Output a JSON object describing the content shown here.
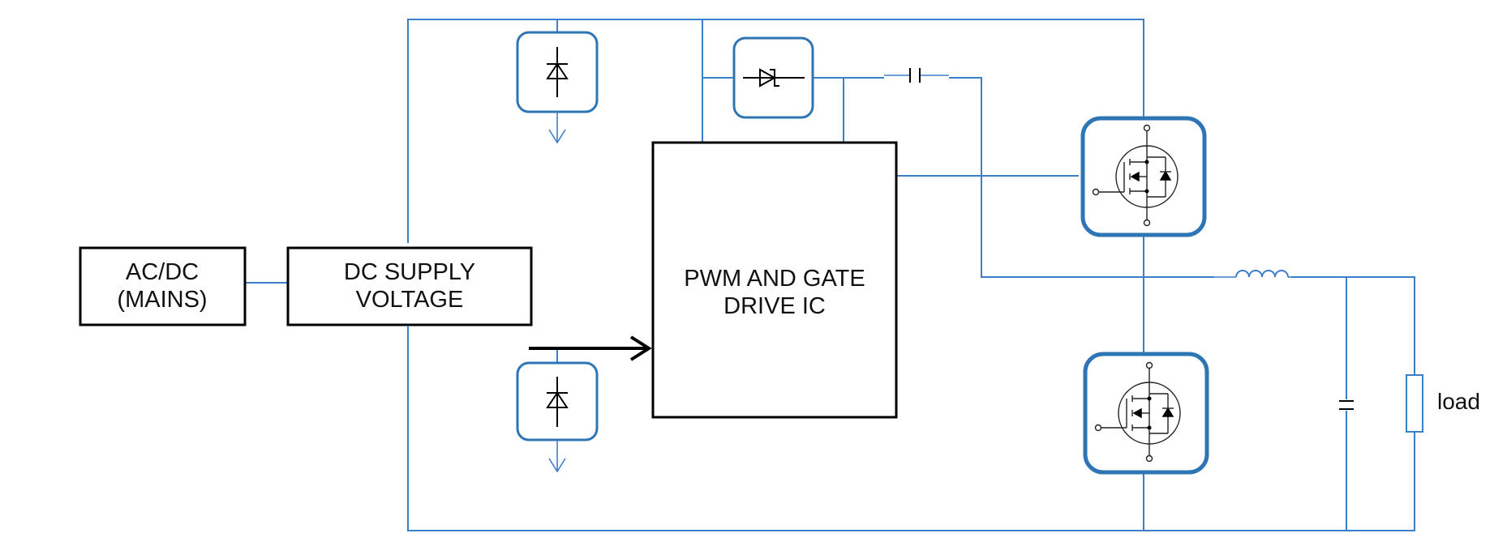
{
  "blocks": {
    "acdc": {
      "line1": "AC/DC",
      "line2": "(MAINS)"
    },
    "dc_supply": {
      "line1": "DC SUPPLY",
      "line2": "VOLTAGE"
    },
    "pwm_ic": {
      "line1": "PWM AND GATE",
      "line2": "DRIVE IC"
    }
  },
  "labels": {
    "load": "load"
  },
  "icons": {
    "diode": "zener-diode-icon",
    "tvs": "schottky-diode-icon",
    "mosfet": "n-channel-mosfet-icon",
    "capacitor": "capacitor-icon",
    "inductor": "inductor-icon",
    "ground": "ground-arrow-icon",
    "load_resistor": "resistor-icon"
  },
  "colors": {
    "wire": "#3d7ec9",
    "component_border": "#2e75b6",
    "block_border": "#000000"
  }
}
